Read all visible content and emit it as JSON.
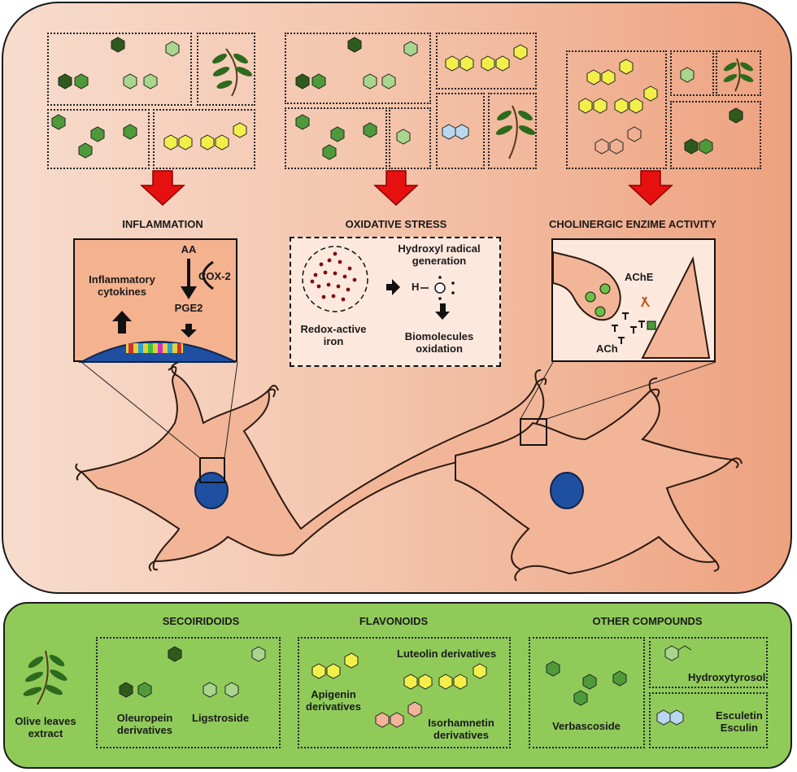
{
  "top": {
    "sections": [
      {
        "title": "INFLAMMATION"
      },
      {
        "title": "OXIDATIVE STRESS"
      },
      {
        "title": "CHOLINERGIC ENZIME ACTIVITY"
      }
    ],
    "inflammation": {
      "aa": "AA",
      "cox2": "COX-2",
      "pge2": "PGE2",
      "cytokines_line1": "Inflammatory",
      "cytokines_line2": "cytokines"
    },
    "oxidative": {
      "hydroxyl_line1": "Hydroxyl radical",
      "hydroxyl_line2": "generation",
      "h": "H",
      "o": "O",
      "redox_line1": "Redox-active",
      "redox_line2": "iron",
      "bio_line1": "Biomolecules",
      "bio_line2": "oxidation"
    },
    "cholinergic": {
      "ache": "AChE",
      "ach": "ACh"
    }
  },
  "bottom": {
    "categories": [
      "SECOIRIDOIDS",
      "FLAVONOIDS",
      "OTHER COMPOUNDS"
    ],
    "olive_line1": "Olive leaves",
    "olive_line2": "extract",
    "oleuropein_line1": "Oleuropein",
    "oleuropein_line2": "derivatives",
    "ligstroside": "Ligstroside",
    "apigenin_line1": "Apigenin",
    "apigenin_line2": "derivatives",
    "luteolin": "Luteolin derivatives",
    "isorhamnetin_line1": "Isorhamnetin",
    "isorhamnetin_line2": "derivatives",
    "verbascoside": "Verbascoside",
    "hydroxytyrosol": "Hydroxytyrosol",
    "esculetin": "Esculetin",
    "esculin": "Esculin"
  },
  "colors": {
    "dark_green": "#2e5a1c",
    "mid_green": "#4e9a3a",
    "light_green": "#a8d68c",
    "yellow": "#f2ef4a",
    "blue": "#b9d8ef",
    "pink": "#f2b39a",
    "arrow_red": "#e5100f",
    "nucleus_blue": "#1f4fa0",
    "neuron_fill": "#f3b598"
  }
}
